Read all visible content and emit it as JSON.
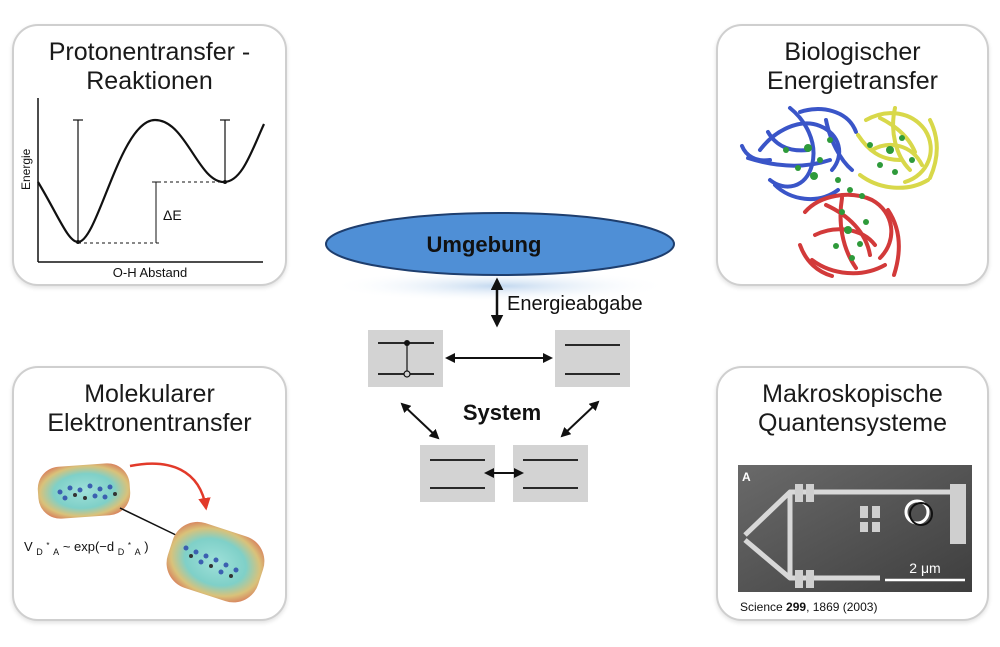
{
  "panels": {
    "proton": {
      "title_line1": "Protonentransfer -",
      "title_line2": "Reaktionen",
      "y_axis_label": "Energie",
      "x_axis_label": "O-H Abstand",
      "delta_label": "ΔE"
    },
    "bio": {
      "title_line1": "Biologischer",
      "title_line2": "Energietransfer"
    },
    "electron": {
      "title_line1": "Molekularer",
      "title_line2": "Elektronentransfer",
      "formula_v": "V",
      "formula_v_sub": "D",
      "formula_v_sup": "*",
      "formula_v_sub2": "A",
      "formula_mid": " ~ exp(−d",
      "formula_d_sub": "D",
      "formula_d_sup": "*",
      "formula_d_sub2": "A",
      "formula_end": " )"
    },
    "quantum": {
      "title_line1": "Makroskopische",
      "title_line2": "Quantensysteme",
      "image_label": "A",
      "scale_label": "2 μm",
      "citation_prefix": "Science ",
      "citation_volume": "299",
      "citation_suffix": ", 1869 (2003)"
    }
  },
  "center": {
    "environment_label": "Umgebung",
    "energy_label": "Energieabgabe",
    "system_label": "System"
  },
  "colors": {
    "ellipse_fill": "#4f8fd6",
    "level_box": "#d3d3d3",
    "arrow_red": "#e23a2a",
    "protein_blue": "#3a55c8",
    "protein_yellow": "#d8d84a",
    "protein_red": "#d23a3a",
    "protein_green": "#2e9a3a"
  }
}
